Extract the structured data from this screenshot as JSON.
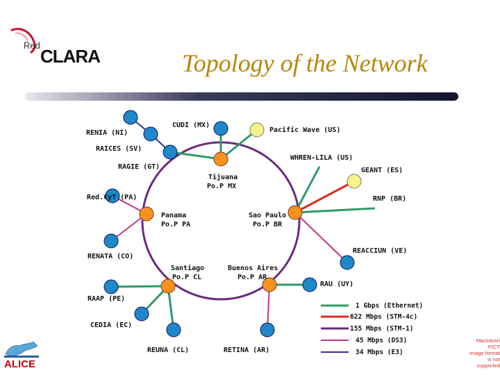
{
  "logo": {
    "red": "Red",
    "clara": "CLARA"
  },
  "title": "Topology of the Network",
  "colors": {
    "ring": "#6a2a7f",
    "green": "#2e9a66",
    "red": "#e0281e",
    "magenta": "#c2357f",
    "blue": "#2f2f9a",
    "pop_node": "#f7921e",
    "leaf_node": "#1e88c8",
    "ext_node": "#f4f48a"
  },
  "pops": [
    {
      "id": "tijuana",
      "label1": "Tijuana",
      "label2": "Po.P MX"
    },
    {
      "id": "panama",
      "label1": "Panama",
      "label2": "Po.P PA"
    },
    {
      "id": "saopaulo",
      "label1": "Sao Paulo",
      "label2": "Po.P BR"
    },
    {
      "id": "santiago",
      "label1": "Santiago",
      "label2": "Po.P CL"
    },
    {
      "id": "buenosaires",
      "label1": "Buenos Aires",
      "label2": "Po.P AR"
    }
  ],
  "nodes": [
    {
      "id": "renia",
      "label": "RENIA (NI)"
    },
    {
      "id": "cudi",
      "label": "CUDI (MX)"
    },
    {
      "id": "raices",
      "label": "RAICES (SV)"
    },
    {
      "id": "ragie",
      "label": "RAGIE (GT)"
    },
    {
      "id": "pacific",
      "label": "Pacific Wave (US)"
    },
    {
      "id": "whren",
      "label": "WHREN-LILA (US)"
    },
    {
      "id": "geant",
      "label": "GEANT (ES)"
    },
    {
      "id": "redcyt",
      "label": "Red.CyT (PA)"
    },
    {
      "id": "rnp",
      "label": "RNP (BR)"
    },
    {
      "id": "renata",
      "label": "RENATA (CO)"
    },
    {
      "id": "reacciun",
      "label": "REACCIUN (VE)"
    },
    {
      "id": "rau",
      "label": "RAU (UY)"
    },
    {
      "id": "raap",
      "label": "RAAP (PE)"
    },
    {
      "id": "cedia",
      "label": "CEDIA (EC)"
    },
    {
      "id": "reuna",
      "label": "REUNA (CL)"
    },
    {
      "id": "retina",
      "label": "RETINA (AR)"
    }
  ],
  "legend": [
    {
      "label": "1 Gbps (Ethernet)",
      "color": "#2e9a66"
    },
    {
      "label": "622 Mbps (STM-4c)",
      "color": "#e0281e"
    },
    {
      "label": "155 Mbps (STM-1)",
      "color": "#6a2a7f"
    },
    {
      "label": "45 Mbps (DS3)",
      "color": "#c2357f"
    },
    {
      "label": "34 Mbps (E3)",
      "color": "#2f2f9a"
    }
  ],
  "footer": {
    "alice": "ALICE",
    "pict_line1": "Macintosh PICT",
    "pict_line2": "image format",
    "pict_line3": "is not supported"
  }
}
